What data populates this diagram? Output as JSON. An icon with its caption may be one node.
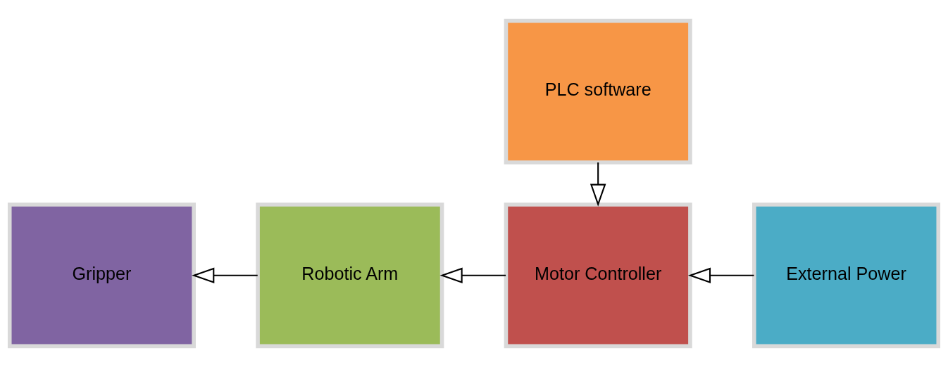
{
  "diagram": {
    "nodes": [
      {
        "text": [
          "Gripper"
        ]
      },
      {
        "text": [
          "Robotic Arm"
        ]
      },
      {
        "text": [
          "Motor Controller"
        ]
      },
      {
        "text": [
          "External Power"
        ]
      },
      {
        "text": [
          "PLC software"
        ]
      }
    ],
    "edges": [
      {
        "from": 1,
        "to": 0,
        "arrow": "to"
      },
      {
        "from": 2,
        "to": 1,
        "arrow": "to"
      },
      {
        "from": 3,
        "to": 2,
        "arrow": "to"
      },
      {
        "from": 4,
        "to": 2,
        "arrow": "to"
      }
    ]
  }
}
